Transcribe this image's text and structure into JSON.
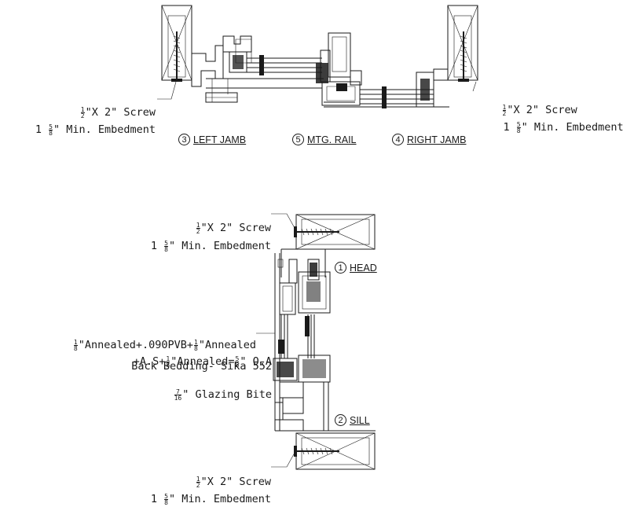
{
  "plan_labels": [
    {
      "num": "3",
      "text": "LEFT JAMB"
    },
    {
      "num": "5",
      "text": "MTG. RAIL"
    },
    {
      "num": "4",
      "text": "RIGHT JAMB"
    }
  ],
  "section_labels": [
    {
      "num": "1",
      "text": "HEAD"
    },
    {
      "num": "2",
      "text": "SILL"
    }
  ],
  "notes": {
    "screw": {
      "frac_num": "1",
      "frac_den": "2",
      "text": "\"X 2\" Screw"
    },
    "embed": {
      "prefix": "1 ",
      "frac_num": "5",
      "frac_den": "8",
      "text": "\" Min. Embedment"
    },
    "glazing_line1": {
      "f1_num": "1",
      "f1_den": "8",
      "p1": "\"Annealed+.090PVB+",
      "f2_num": "1",
      "f2_den": "8",
      "p2": "\"Annealed"
    },
    "glazing_line2": {
      "p1": "+A.S+",
      "f1_num": "1",
      "f1_den": "8",
      "p2": "\"Annealed=",
      "f2_num": "5",
      "f2_den": "8",
      "p3": "\" O.A"
    },
    "bedding": "Back Bedding- Sika 552",
    "bite": {
      "frac_num": "7",
      "frac_den": "16",
      "text": "\" Glazing Bite"
    }
  }
}
